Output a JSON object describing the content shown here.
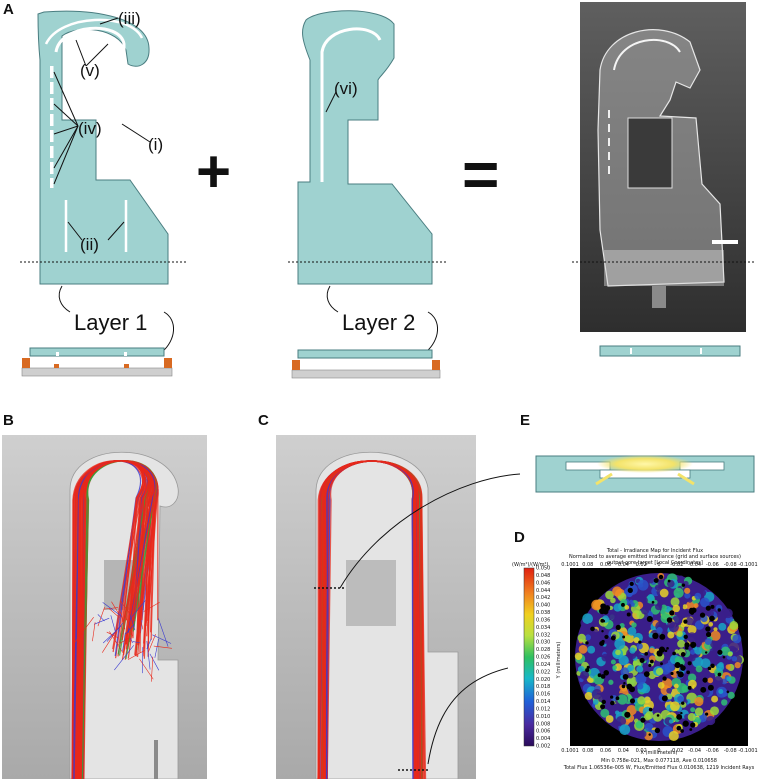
{
  "panels": {
    "a": "A",
    "b": "B",
    "c": "C",
    "d": "D",
    "e": "E"
  },
  "callouts": {
    "i": "(i)",
    "ii": "(ii)",
    "iii": "(iii)",
    "iv": "(iv)",
    "v": "(v)",
    "vi": "(vi)"
  },
  "layers": {
    "layer1": "Layer 1",
    "layer2": "Layer 2"
  },
  "operators": {
    "plus": "+",
    "equals": "="
  },
  "irradiance_map": {
    "title": "Total - Irradiance Map for Incident Flux",
    "subtitle": "Normalized to average emitted irradiance (grid and surface sources)",
    "subtitle2": "output core target   [Local Coordinates]",
    "y_axis_label": "Y (millimeters)",
    "x_axis_label": "X (millimeters)",
    "colorbar_label": "(W/m²)/(W/m²)",
    "colorbar_ticks": [
      "0.050",
      "0.048",
      "0.046",
      "0.044",
      "0.042",
      "0.040",
      "0.038",
      "0.036",
      "0.034",
      "0.032",
      "0.030",
      "0.028",
      "0.026",
      "0.024",
      "0.022",
      "0.020",
      "0.018",
      "0.016",
      "0.014",
      "0.012",
      "0.010",
      "0.008",
      "0.006",
      "0.004",
      "0.002"
    ],
    "x_ticks": [
      "0.1001",
      "0.08",
      "0.06",
      "0.04",
      "0.02",
      "0",
      "-0.02",
      "-0.04",
      "-0.06",
      "-0.08",
      "-0.1001"
    ],
    "footer1": "Min 0.758e-021, Max 0.077118, Ave 0.010658",
    "footer2": "Total Flux 1.06536e-005 W, Flux/Emitted Flux 0.010638, 1219 Incident Rays"
  },
  "colors": {
    "chip": "#9fd2d0",
    "chip_stroke": "#4a7d80",
    "ray_red": "#e8281a",
    "ray_blue": "#3a3ad0",
    "ray_green": "#2ea43a",
    "render_bg": "#bdbdbd",
    "substrate_orange": "#d86a22",
    "substrate_gray": "#cfcfcf",
    "glow_yellow": "#f3e36a"
  }
}
